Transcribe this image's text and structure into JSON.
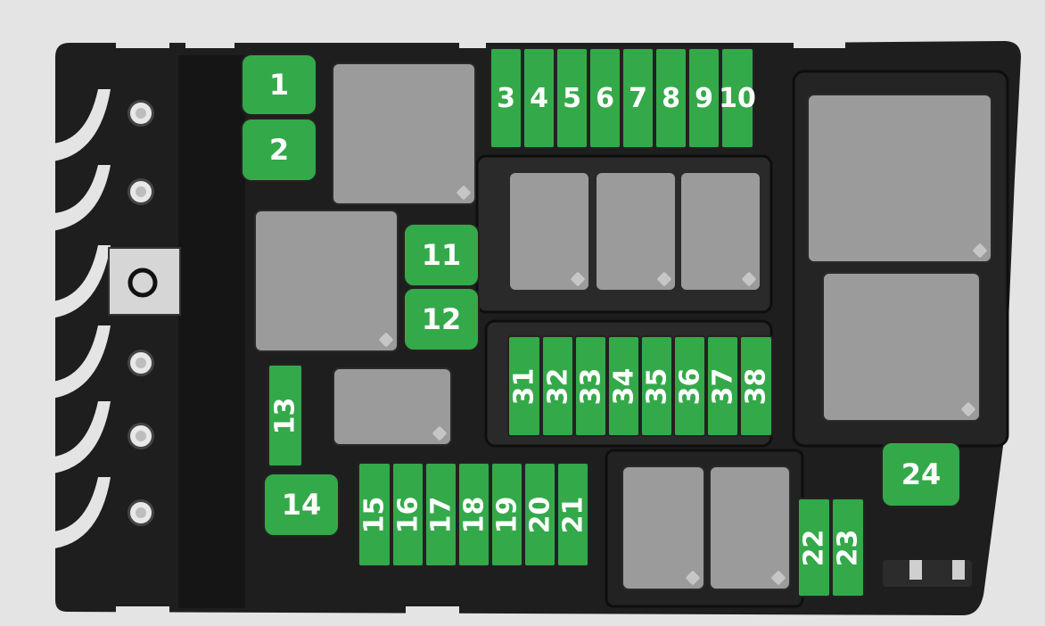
{
  "fuse_box": {
    "colors": {
      "fuse": "#34a94a",
      "relay": "#9b9b9b",
      "housing": "#1e1e1e",
      "background": "#e4e4e4"
    },
    "fuse_numbers": [
      "1",
      "2",
      "3",
      "4",
      "5",
      "6",
      "7",
      "8",
      "9",
      "10",
      "11",
      "12",
      "13",
      "14",
      "15",
      "16",
      "17",
      "18",
      "19",
      "20",
      "21",
      "22",
      "23",
      "24",
      "31",
      "32",
      "33",
      "34",
      "35",
      "36",
      "37",
      "38"
    ]
  }
}
